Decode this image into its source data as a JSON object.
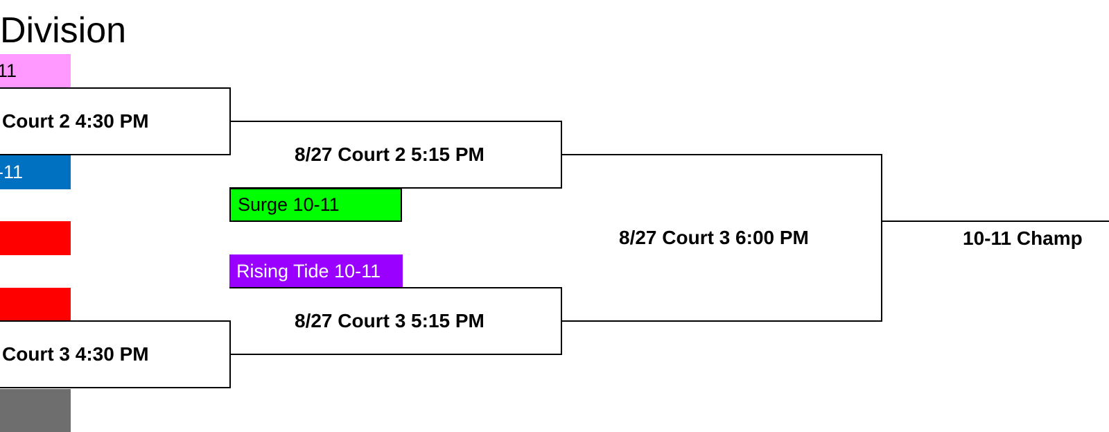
{
  "title": "Division",
  "teams": [
    {
      "label": "11",
      "color": "#FF99FF",
      "text_color": "#000000"
    },
    {
      "label": "-11",
      "color": "#0070C0",
      "text_color": "#FFFFFF"
    },
    {
      "label": "",
      "color": "#FF0000",
      "text_color": "#000000"
    },
    {
      "label": "",
      "color": "#FF0000",
      "text_color": "#000000"
    },
    {
      "label": "",
      "color": "#6E6E6E",
      "text_color": "#000000"
    },
    {
      "label": "Surge 10-11",
      "color": "#00FF00",
      "text_color": "#000000"
    },
    {
      "label": "Rising Tide 10-11",
      "color": "#9900FF",
      "text_color": "#FFFFFF"
    }
  ],
  "games": {
    "r1_top": "Court 2 4:30 PM",
    "r1_bottom": "Court 3 4:30 PM",
    "r2_top": "8/27 Court 2 5:15 PM",
    "r2_bottom": "8/27 Court 3 5:15 PM",
    "semi": "8/27 Court 3 6:00 PM",
    "final": "10-11 Champ"
  }
}
